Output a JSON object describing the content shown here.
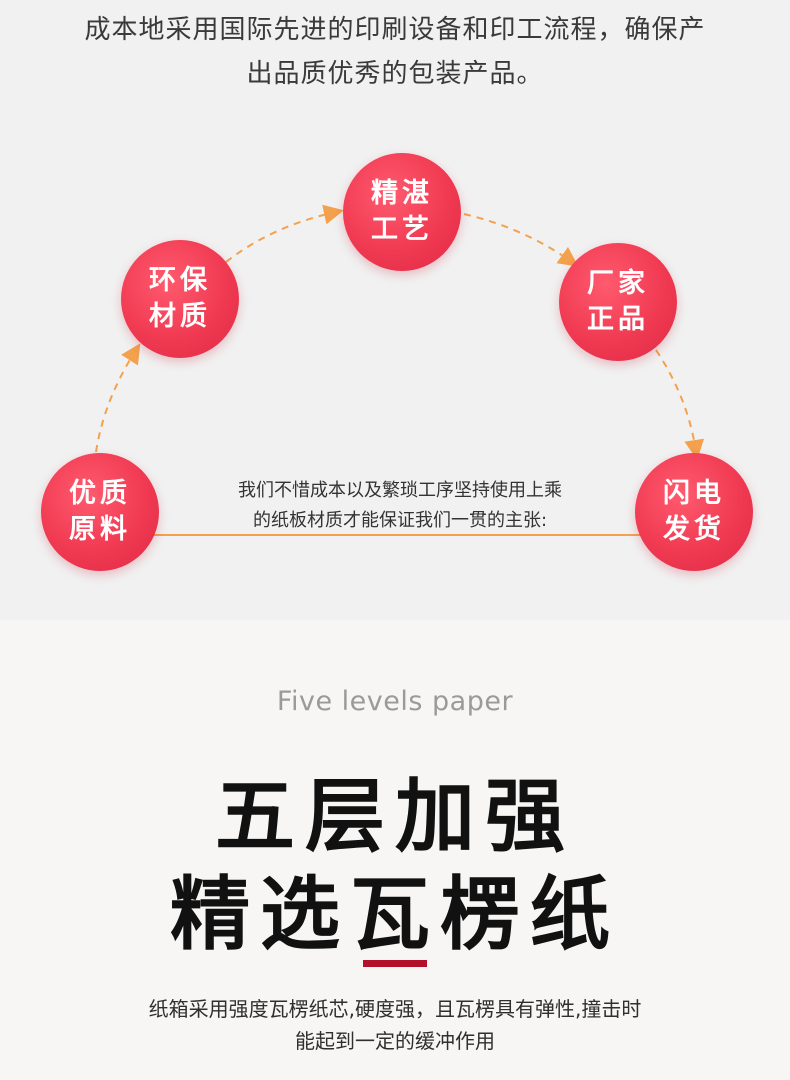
{
  "intro": {
    "line1": "成本地采用国际先进的印刷设备和印工流程，确保产",
    "line2": "出品质优秀的包装产品。"
  },
  "nodes": [
    {
      "line1": "优质",
      "line2": "原料"
    },
    {
      "line1": "环保",
      "line2": "材质"
    },
    {
      "line1": "精湛",
      "line2": "工艺"
    },
    {
      "line1": "厂家",
      "line2": "正品"
    },
    {
      "line1": "闪电",
      "line2": "发货"
    }
  ],
  "middle": {
    "line1": "我们不惜成本以及繁琐工序坚持使用上乘",
    "line2": "的纸板材质才能保证我们一贯的主张:"
  },
  "section2": {
    "subtitle": "Five levels paper",
    "title1": "五层加强",
    "title2": "精选瓦楞纸",
    "desc1": "纸箱采用强度瓦楞纸芯,硬度强，且瓦楞具有弹性,撞击时",
    "desc2": "能起到一定的缓冲作用"
  },
  "colors": {
    "node": "#f03a52",
    "arrow": "#f4a14d",
    "accent_bar": "#b3102a"
  }
}
